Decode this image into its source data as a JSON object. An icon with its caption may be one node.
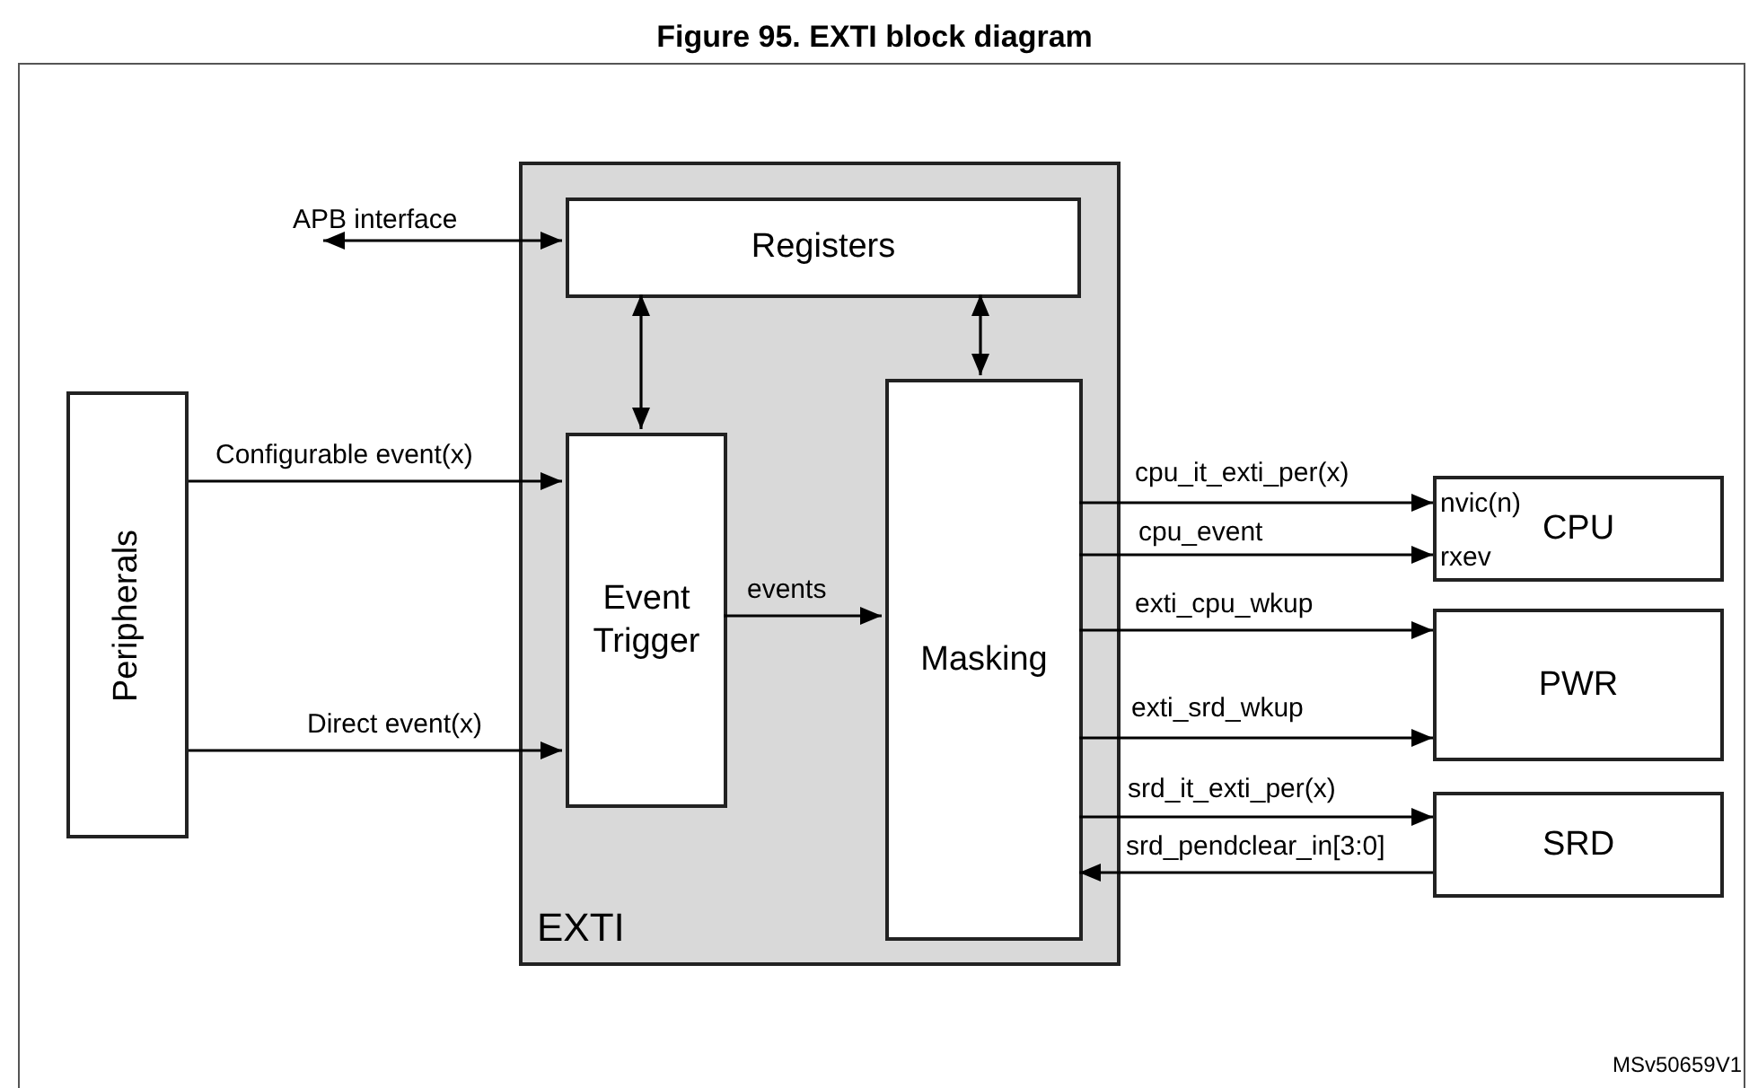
{
  "diagram": {
    "title": "Figure 95. EXTI block diagram",
    "nodes": [
      {
        "text": [
          "EXTI"
        ]
      },
      {
        "text": [
          "Registers"
        ],
        "in": 0
      },
      {
        "text": [
          "Event Trigger"
        ],
        "in": 0
      },
      {
        "text": [
          "Masking"
        ],
        "in": 0
      },
      {
        "text": [
          "Peripherals"
        ]
      },
      {
        "text": [
          "CPU",
          "nvic(n)",
          "rxev"
        ]
      },
      {
        "text": [
          "PWR"
        ]
      },
      {
        "text": [
          "SRD"
        ]
      }
    ],
    "edges": [
      {
        "from": 1,
        "to": null,
        "arrow": "both",
        "label": "APB interface"
      },
      {
        "from": 1,
        "to": 2,
        "arrow": "both"
      },
      {
        "from": 1,
        "to": 3,
        "arrow": "both"
      },
      {
        "from": 4,
        "to": 2,
        "arrow": "to",
        "label": "Configurable event(x)"
      },
      {
        "from": 4,
        "to": 2,
        "arrow": "to",
        "label": "Direct event(x)"
      },
      {
        "from": 2,
        "to": 3,
        "arrow": "to",
        "label": "events"
      },
      {
        "from": 3,
        "to": 5,
        "arrow": "to",
        "label": "cpu_it_exti_per(x)"
      },
      {
        "from": 3,
        "to": 5,
        "arrow": "to",
        "label": "cpu_event"
      },
      {
        "from": 3,
        "to": 6,
        "arrow": "to",
        "label": "exti_cpu_wkup"
      },
      {
        "from": 3,
        "to": 6,
        "arrow": "to",
        "label": "exti_srd_wkup"
      },
      {
        "from": 3,
        "to": 7,
        "arrow": "to",
        "label": "srd_it_exti_per(x)"
      },
      {
        "from": 7,
        "to": 3,
        "arrow": "to",
        "label": "srd_pendclear_in[3:0]"
      }
    ],
    "labels": [
      "MSv50659V1"
    ]
  }
}
